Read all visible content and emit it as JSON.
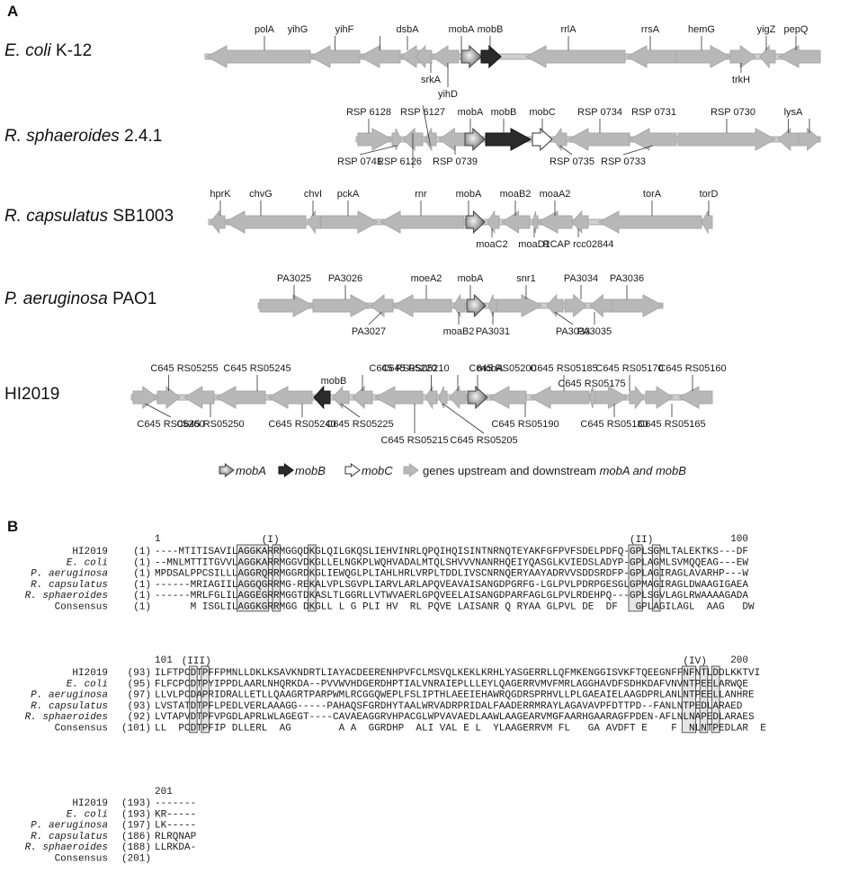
{
  "panels": {
    "a_label": "A",
    "b_label": "B"
  },
  "colors": {
    "other_gene": "#b8b8b8",
    "mobA": "#8c8c8c",
    "mobB": "#2b2b2b",
    "mobC": "#ffffff",
    "backbone": "#cfcfcf",
    "box": "#5a5a5a"
  },
  "organisms": [
    {
      "name_italic": "E. coli",
      "name_rest": " K-12",
      "genes": [
        {
          "label": "polA",
          "pos": "top",
          "type": "other",
          "dir": "left"
        },
        {
          "label": "yihG",
          "pos": "top",
          "type": "other",
          "dir": "left"
        },
        {
          "label": "yihF",
          "pos": "top",
          "type": "other",
          "dir": "left"
        },
        {
          "label": "dsbA",
          "pos": "top",
          "type": "other",
          "dir": "left"
        },
        {
          "label": "srkA",
          "pos": "bottom",
          "type": "other",
          "dir": "left"
        },
        {
          "label": "yihD",
          "pos": "bottom",
          "type": "other",
          "dir": "left"
        },
        {
          "label": "mobA",
          "pos": "top",
          "type": "mobA",
          "dir": "right"
        },
        {
          "label": "mobB",
          "pos": "top",
          "type": "mobB",
          "dir": "right"
        },
        {
          "label": "rrlA",
          "pos": "top",
          "type": "other",
          "dir": "left"
        },
        {
          "label": "rrsA",
          "pos": "top",
          "type": "other",
          "dir": "left"
        },
        {
          "label": "hemG",
          "pos": "top",
          "type": "other",
          "dir": "right"
        },
        {
          "label": "trkH",
          "pos": "bottom",
          "type": "other",
          "dir": "right"
        },
        {
          "label": "yigZ",
          "pos": "top",
          "type": "other",
          "dir": "left"
        },
        {
          "label": "pepQ",
          "pos": "top",
          "type": "other",
          "dir": "left"
        }
      ]
    },
    {
      "name_italic": "R. sphaeroides",
      "name_rest": " 2.4.1",
      "genes": [
        {
          "label": "RSP 6128",
          "pos": "top",
          "type": "other",
          "dir": "right"
        },
        {
          "label": "RSP 0741",
          "pos": "bottom",
          "type": "other",
          "dir": "right"
        },
        {
          "label": "RSP 6126",
          "pos": "top",
          "type": "other",
          "dir": "left"
        },
        {
          "label": "RSP 6127",
          "pos": "bottom",
          "type": "other",
          "dir": "left"
        },
        {
          "label": "RSP 0739",
          "pos": "bottom",
          "type": "other",
          "dir": "left"
        },
        {
          "label": "mobA",
          "pos": "top",
          "type": "mobA",
          "dir": "right"
        },
        {
          "label": "mobB",
          "pos": "top",
          "type": "mobB",
          "dir": "right"
        },
        {
          "label": "mobC",
          "pos": "top",
          "type": "mobC",
          "dir": "right"
        },
        {
          "label": "RSP 0735",
          "pos": "bottom",
          "type": "other",
          "dir": "left"
        },
        {
          "label": "RSP 0734",
          "pos": "top",
          "type": "other",
          "dir": "left"
        },
        {
          "label": "RSP 0733",
          "pos": "bottom",
          "type": "other",
          "dir": "left"
        },
        {
          "label": "RSP 0731",
          "pos": "top",
          "type": "other",
          "dir": "right"
        },
        {
          "label": "RSP 0730",
          "pos": "top",
          "type": "other",
          "dir": "left"
        },
        {
          "label": "lysA",
          "pos": "top",
          "type": "other",
          "dir": "right"
        }
      ]
    },
    {
      "name_italic": "R. capsulatus",
      "name_rest": " SB1003",
      "genes": [
        {
          "label": "hprK",
          "pos": "top",
          "type": "other",
          "dir": "left"
        },
        {
          "label": "chvG",
          "pos": "top",
          "type": "other",
          "dir": "left"
        },
        {
          "label": "chvI",
          "pos": "top",
          "type": "other",
          "dir": "left"
        },
        {
          "label": "pckA",
          "pos": "top",
          "type": "other",
          "dir": "right"
        },
        {
          "label": "rnr",
          "pos": "top",
          "type": "other",
          "dir": "left"
        },
        {
          "label": "mobA",
          "pos": "top",
          "type": "mobA",
          "dir": "right"
        },
        {
          "label": "moaC2",
          "pos": "bottom",
          "type": "other",
          "dir": "left"
        },
        {
          "label": "moaB2",
          "pos": "top",
          "type": "other",
          "dir": "left"
        },
        {
          "label": "moaD1",
          "pos": "bottom",
          "type": "other",
          "dir": "left"
        },
        {
          "label": "moaA2",
          "pos": "top",
          "type": "other",
          "dir": "left"
        },
        {
          "label": "RCAP rcc02844",
          "pos": "bottom",
          "type": "other",
          "dir": "left"
        },
        {
          "label": "torA",
          "pos": "top",
          "type": "other",
          "dir": "left"
        },
        {
          "label": "torD",
          "pos": "top",
          "type": "other",
          "dir": "left"
        }
      ]
    },
    {
      "name_italic": "P. aeruginosa",
      "name_rest": " PAO1",
      "genes": [
        {
          "label": "PA3025",
          "pos": "top",
          "type": "other",
          "dir": "right"
        },
        {
          "label": "PA3026",
          "pos": "top",
          "type": "other",
          "dir": "right"
        },
        {
          "label": "PA3027",
          "pos": "bottom",
          "type": "other",
          "dir": "left"
        },
        {
          "label": "moeA2",
          "pos": "top",
          "type": "other",
          "dir": "left"
        },
        {
          "label": "moaB2",
          "pos": "bottom",
          "type": "other",
          "dir": "left"
        },
        {
          "label": "mobA",
          "pos": "top",
          "type": "mobA",
          "dir": "right"
        },
        {
          "label": "PA3031",
          "pos": "bottom",
          "type": "other",
          "dir": "left"
        },
        {
          "label": "snr1",
          "pos": "top",
          "type": "other",
          "dir": "right"
        },
        {
          "label": "PA3033",
          "pos": "bottom",
          "type": "other",
          "dir": "left"
        },
        {
          "label": "PA3034",
          "pos": "top",
          "type": "other",
          "dir": "right"
        },
        {
          "label": "PA3035",
          "pos": "bottom",
          "type": "other",
          "dir": "left"
        },
        {
          "label": "PA3036",
          "pos": "top",
          "type": "other",
          "dir": "right"
        }
      ]
    },
    {
      "name_italic": "",
      "name_rest": "HI2019",
      "genes": [
        {
          "label": "C645 RS05260",
          "pos": "bottom",
          "type": "other",
          "dir": "right"
        },
        {
          "label": "C645 RS05255",
          "pos": "top",
          "type": "other",
          "dir": "right"
        },
        {
          "label": "C645 RS05250",
          "pos": "bottom",
          "type": "other",
          "dir": "left"
        },
        {
          "label": "C645 RS05245",
          "pos": "top",
          "type": "other",
          "dir": "left"
        },
        {
          "label": "C645 RS05240",
          "pos": "bottom",
          "type": "other",
          "dir": "left"
        },
        {
          "label": "mobB",
          "pos": "top",
          "type": "mobB",
          "dir": "left"
        },
        {
          "label": "C645 RS05225",
          "pos": "bottom",
          "type": "other",
          "dir": "left"
        },
        {
          "label": "C645 RS05220",
          "pos": "top",
          "type": "other",
          "dir": "left"
        },
        {
          "label": "C645 RS05215",
          "pos": "bottom",
          "type": "other",
          "dir": "left"
        },
        {
          "label": "C645 RS05210",
          "pos": "top",
          "type": "other",
          "dir": "left"
        },
        {
          "label": "C645 RS05205",
          "pos": "bottom",
          "type": "other",
          "dir": "left"
        },
        {
          "label": "C645 RS05200",
          "pos": "top",
          "type": "other",
          "dir": "left"
        },
        {
          "label": "mobA",
          "pos": "top",
          "type": "mobA",
          "dir": "right"
        },
        {
          "label": "C645 RS05190",
          "pos": "bottom",
          "type": "other",
          "dir": "left"
        },
        {
          "label": "C645 RS05185",
          "pos": "top",
          "type": "other",
          "dir": "left"
        },
        {
          "label": "C645 RS05175",
          "pos": "top",
          "type": "other",
          "dir": "left"
        },
        {
          "label": "C645 RS05180",
          "pos": "bottom",
          "type": "other",
          "dir": "right"
        },
        {
          "label": "C645 RS05170",
          "pos": "top",
          "type": "other",
          "dir": "right"
        },
        {
          "label": "C645 RS05165",
          "pos": "bottom",
          "type": "other",
          "dir": "right"
        },
        {
          "label": "C645 RS05160",
          "pos": "top",
          "type": "other",
          "dir": "left"
        }
      ]
    }
  ],
  "legend": {
    "mobA": "mobA",
    "mobB": "mobB",
    "mobC": "mobC",
    "other_prefix": "genes upstream and downstream ",
    "other_italic": "mobA and mobB"
  },
  "alignment": {
    "motifs": [
      "(I)",
      "(II)",
      "(III)",
      "(IV)"
    ],
    "blocks": [
      {
        "ruler_start": "1",
        "ruler_end": "100",
        "rows": [
          {
            "name": "HI2019",
            "italic": false,
            "pos": "(1)",
            "seq": "----MTITISAVILAGGKARRMGGQDKGLQILGKQSLIEHVINRLQPQIHQISINTNRNQTEYAKFGFPVFSDELPDFQ-GPLSGMLTALEKTKS---DF"
          },
          {
            "name": "E. coli",
            "italic": true,
            "pos": "(1)",
            "seq": "--MNLMTTITGVVLAGGKARRMGGVDKGLLELNGKPLWQHVADALMTQLSHVVVNANRHQEIYQASGLKVIEDSLADYP-GPLAGMLSVMQQEAG---EW"
          },
          {
            "name": "P. aeruginosa",
            "italic": true,
            "pos": "(1)",
            "seq": "MPDSALPPCSILLLAGGRQRRMGGRDKGLIEWQGLPLIAHLHRLVRPLTDDLIVSCNRNQERYAAYADRVVSDDSRDFP-GPLAGIRAGLAVARHP---W"
          },
          {
            "name": "R. capsulatus",
            "italic": true,
            "pos": "(1)",
            "seq": "------MRIAGIILAGGQGRRMG-REKALVPLSGVPLIARVLARLAPQVEAVAISANGDPGRFG-LGLPVLPDRPGESGLGPMAGIRAGLDWAAGIGAEA"
          },
          {
            "name": "R. sphaeroides",
            "italic": true,
            "pos": "(1)",
            "seq": "------MRLFGLILAGGEGRRMGGTDKASLTLGGRLLVTWVAERLGPQVEELAISANGDPARFAGLGLPVLRDEHPQ---GPLSGVLAGLRWAAAAGADA"
          },
          {
            "name": "Consensus",
            "italic": false,
            "pos": "(1)",
            "seq": "      M ISGLILAGGKGRRMGG DKGLL L G PLI HV  RL PQVE LAISANR Q RYAA GLPVL DE  DF   GPLAGILAGL  AAG   DW"
          }
        ]
      },
      {
        "ruler_start": "101",
        "ruler_end": "200",
        "rows": [
          {
            "name": "HI2019",
            "italic": false,
            "pos": "(93)",
            "seq": "ILFTPCDTPFFPMNLLDKLKSAVKNDRTLIAYACDEERENHPVFCLMSVQLKEKLKRHLYASGERRLLQFMKENGGISVKFTQEEGNFFNFNTLDDLKKTVI"
          },
          {
            "name": "E. coli",
            "italic": true,
            "pos": "(95)",
            "seq": "FLFCPCDTPYIPPDLAARLNHQRKDA--PVVWVHDGERDHPTIALVNRAIEPLLLEYLQAGERRVMVFMRLAGGHAVDFSDHKDAFVNVNTPEELARWQE"
          },
          {
            "name": "P. aeruginosa",
            "italic": true,
            "pos": "(97)",
            "seq": "LLVLPCDAPRIDRALLETLLQAAGRTPARPWMLRCGGQWEPLFSLIPTHLAEEIEHAWRQGDRSPRHVLLPLGAEAIELAAGDPRLANLNTPEELLANHRE"
          },
          {
            "name": "R. capsulatus",
            "italic": true,
            "pos": "(93)",
            "seq": "LVSTATDTPFLPEDLVERLAAAGG-----PAHAQSFGRDHYTAALWRVADRPRIDALFAADERRMRAYLAGAVAVPFDTTPD--FANLNTPEDLARAED"
          },
          {
            "name": "R. sphaeroides",
            "italic": true,
            "pos": "(92)",
            "seq": "LVTAPVDTPFVPGDLAPRLWLAGEGT----CAVAEAGGRVHPACGLWPVAVAEDLAAWLAAGEARVMGFAARHGAARAGFPDEN-AFLNLNAPEDLARAES"
          },
          {
            "name": "Consensus",
            "italic": false,
            "pos": "(101)",
            "seq": "LL  PCDTPFIP DLLERL  AG        A A  GGRDHP  ALI VAL E L  YLAAGERRVM FL   GA AVDFT E    F  NLNTPEDLAR  E"
          }
        ]
      },
      {
        "ruler_start": "201",
        "ruler_end": "",
        "rows": [
          {
            "name": "HI2019",
            "italic": false,
            "pos": "(193)",
            "seq": "-------"
          },
          {
            "name": "E. coli",
            "italic": true,
            "pos": "(193)",
            "seq": "KR-----"
          },
          {
            "name": "P. aeruginosa",
            "italic": true,
            "pos": "(197)",
            "seq": "LK-----"
          },
          {
            "name": "R. capsulatus",
            "italic": true,
            "pos": "(186)",
            "seq": "RLRQNAP"
          },
          {
            "name": "R. sphaeroides",
            "italic": true,
            "pos": "(188)",
            "seq": "LLRKDA-"
          },
          {
            "name": "Consensus",
            "italic": false,
            "pos": "(201)",
            "seq": ""
          }
        ]
      }
    ]
  }
}
